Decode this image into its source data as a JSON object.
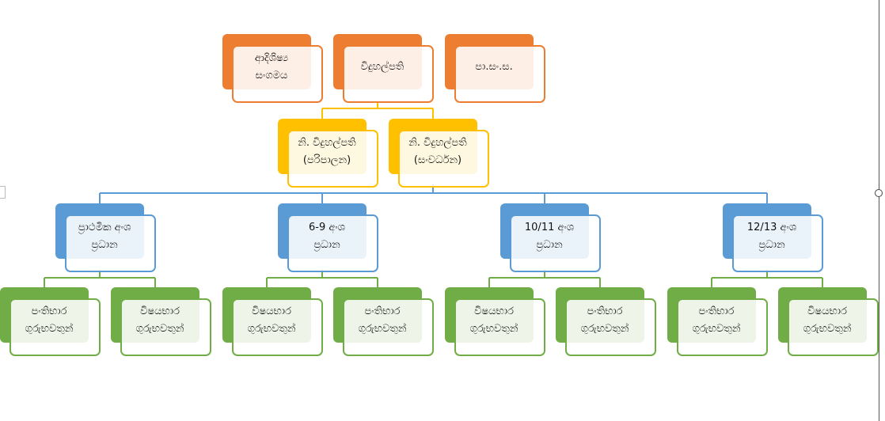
{
  "colors": {
    "level1": "#ED7D31",
    "level2": "#FFC000",
    "level3": "#5B9BD5",
    "level4": "#70AD47"
  },
  "level1": [
    {
      "line1": "ආදිශිෂ්‍ය",
      "line2": "සංගමය"
    },
    {
      "line1": "විදුහල්පති",
      "line2": ""
    },
    {
      "line1": "පා.සං.ස.",
      "line2": ""
    }
  ],
  "level2": [
    {
      "line1": "නි. විදුහල්පති",
      "line2": "(පරිපාලන)"
    },
    {
      "line1": "නි. විදුහල්පති",
      "line2": "(සංවර්ධන)"
    }
  ],
  "level3": [
    {
      "line1": "ප්‍රාථමික අංශ",
      "line2": "ප්‍රධාන"
    },
    {
      "line1": "6-9 අංශ",
      "line2": "ප්‍රධාන"
    },
    {
      "line1": "10/11 අංශ",
      "line2": "ප්‍රධාන"
    },
    {
      "line1": "12/13 අංශ",
      "line2": "ප්‍රධාන"
    }
  ],
  "level4": [
    {
      "line1": "පංතිභාර",
      "line2": "ගුරුභවතුන්"
    },
    {
      "line1": "විෂයභාර",
      "line2": "ගුරුභවතුන්"
    },
    {
      "line1": "විෂයභාර",
      "line2": "ගුරුභවතුන්"
    },
    {
      "line1": "පංතිභාර",
      "line2": "ගුරුභවතුන්"
    },
    {
      "line1": "විෂයභාර",
      "line2": "ගුරුභවතුන්"
    },
    {
      "line1": "පංතිභාර",
      "line2": "ගුරුභවතුන්"
    },
    {
      "line1": "පංතිභාර",
      "line2": "ගුරුභවතුන්"
    },
    {
      "line1": "විෂයභාර",
      "line2": "ගුරුභවතුන්"
    }
  ]
}
